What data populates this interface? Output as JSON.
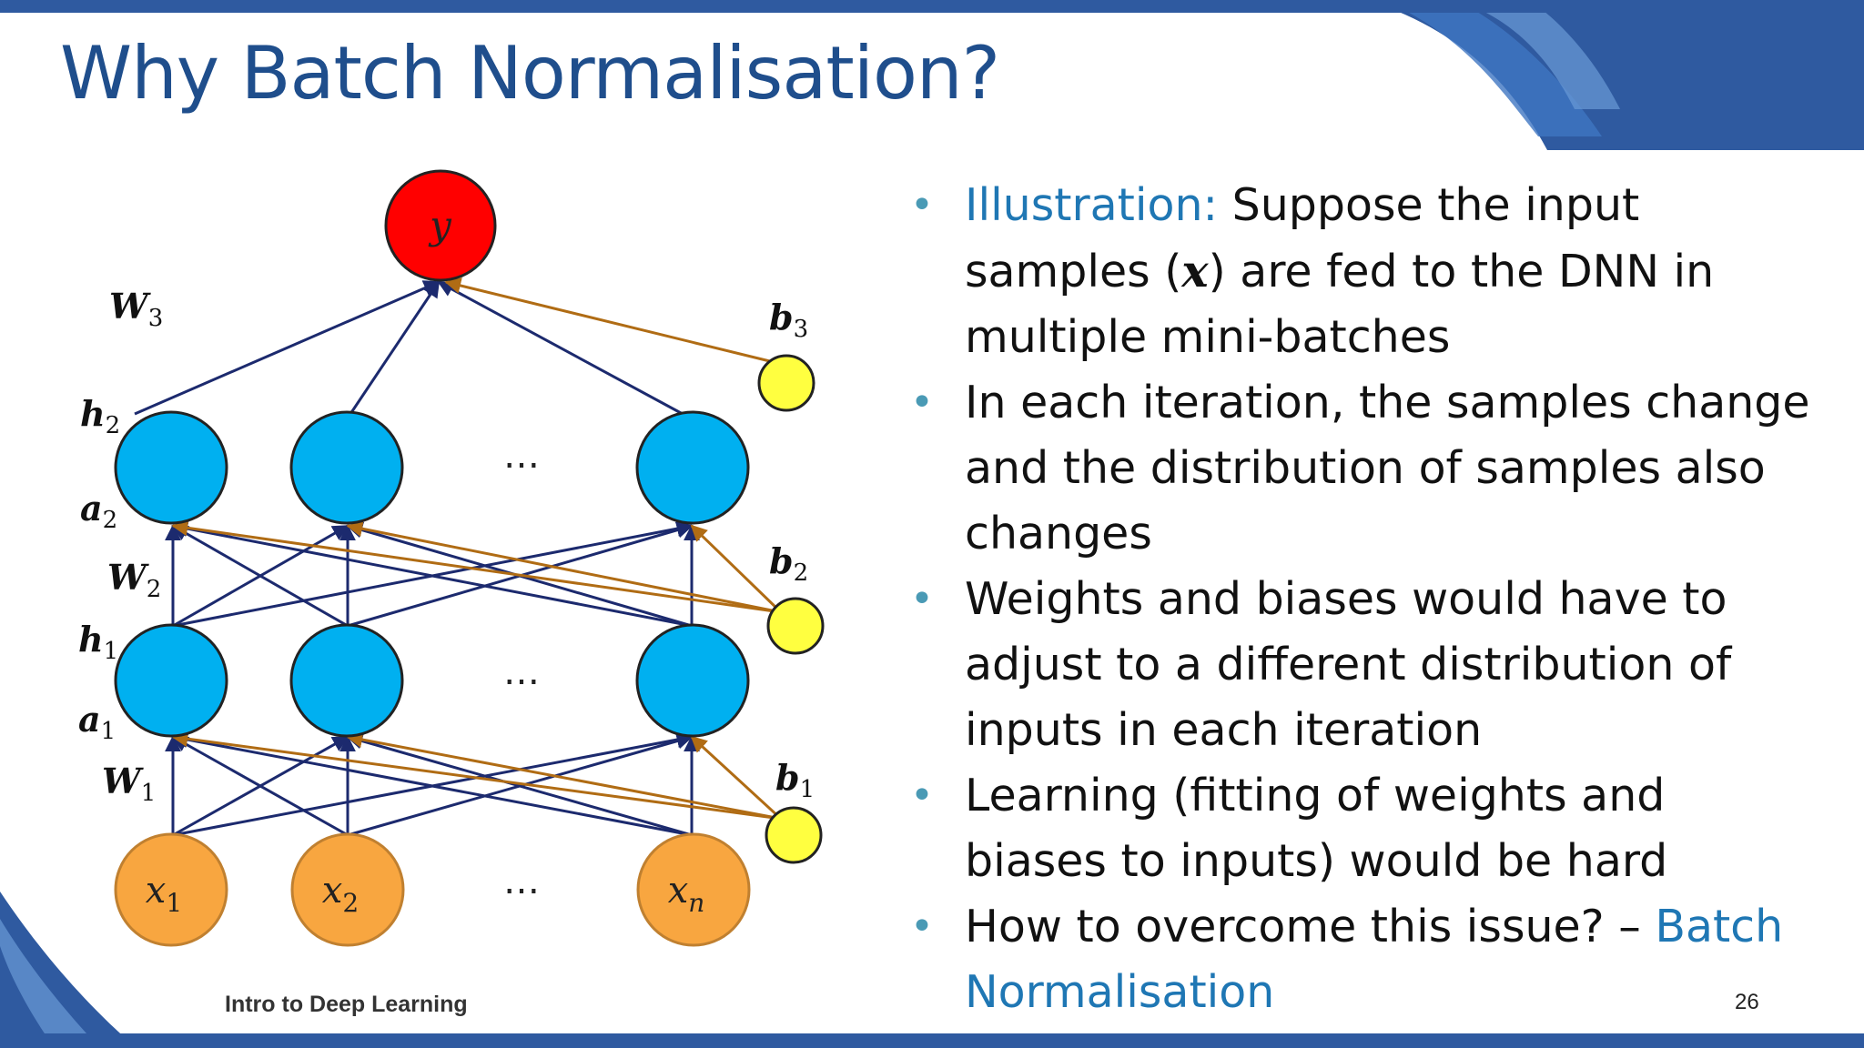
{
  "title": "Why Batch Normalisation?",
  "diagram": {
    "output_node": "y",
    "input_nodes": [
      "x",
      "x",
      "x"
    ],
    "input_subscripts": [
      "1",
      "2",
      "n"
    ],
    "ellipsis": "…",
    "labels": {
      "W3": {
        "main": "W",
        "sub": "3"
      },
      "b3": {
        "main": "b",
        "sub": "3"
      },
      "h2": {
        "main": "h",
        "sub": "2"
      },
      "a2": {
        "main": "a",
        "sub": "2"
      },
      "W2": {
        "main": "W",
        "sub": "2"
      },
      "b2": {
        "main": "b",
        "sub": "2"
      },
      "h1": {
        "main": "h",
        "sub": "1"
      },
      "a1": {
        "main": "a",
        "sub": "1"
      },
      "W1": {
        "main": "W",
        "sub": "1"
      },
      "b1": {
        "main": "b",
        "sub": "1"
      }
    },
    "colors": {
      "output": "#ff0000",
      "hidden": "#00b0f0",
      "input": "#f8a640",
      "bias": "#ffff40",
      "weight_edge": "#1c2a6e",
      "bias_edge": "#b06c14"
    }
  },
  "bullets": [
    {
      "accent": "Illustration:",
      "pre": " Suppose the input samples (",
      "math": "x",
      "post": ") are fed to the DNN in multiple mini-batches"
    },
    {
      "text": "In each iteration, the samples change and the distribution of samples also changes"
    },
    {
      "text": "Weights and biases would have to adjust to a different distribution of inputs in each iteration"
    },
    {
      "text": "Learning (fitting of weights and biases to inputs) would be hard"
    },
    {
      "pre": "How to overcome this issue? – ",
      "accent": "Batch Normalisation"
    }
  ],
  "footer": "Intro to Deep Learning",
  "page_number": "26"
}
